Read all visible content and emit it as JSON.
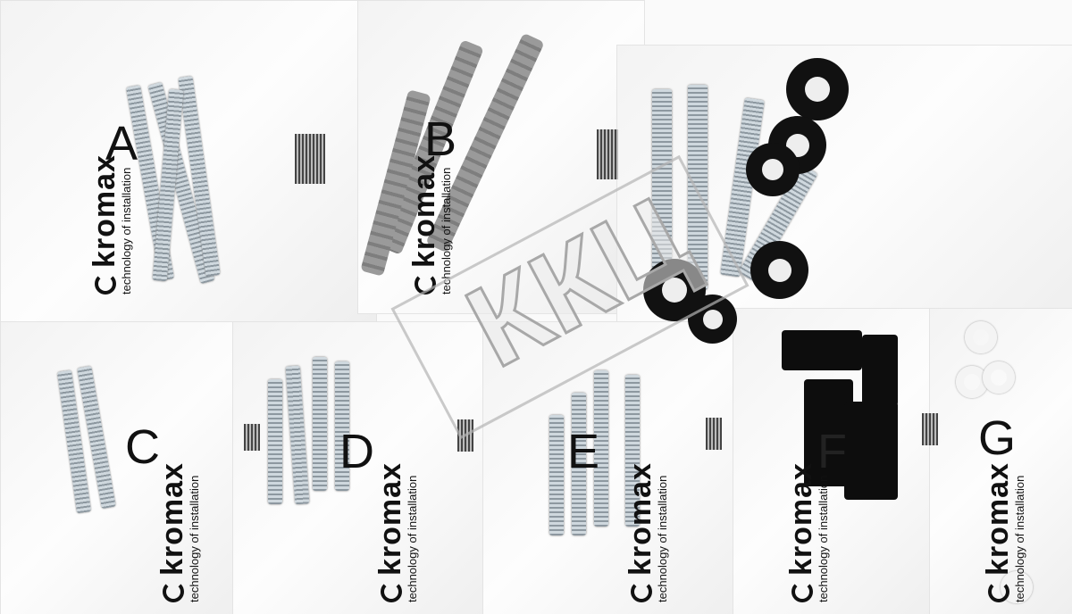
{
  "brand": {
    "name": "kromax",
    "tagline": "technology of installation"
  },
  "bags": [
    {
      "label": "A"
    },
    {
      "label": "B"
    },
    {
      "label": "C"
    },
    {
      "label": "D"
    },
    {
      "label": "E"
    },
    {
      "label": "F"
    },
    {
      "label": "G"
    }
  ],
  "watermark": "ККЦ"
}
